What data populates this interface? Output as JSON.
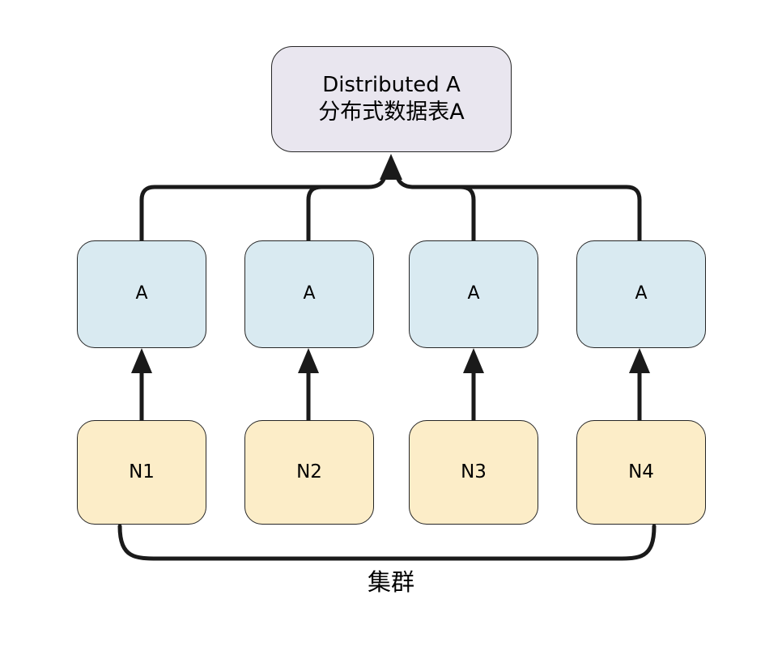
{
  "diagram": {
    "type": "node-link",
    "title_text": "",
    "background": "#ffffff",
    "line_color": "#1a1a1a",
    "text_color": "#000000",
    "nodes": {
      "distributed_table": {
        "id": "distributed-table",
        "label_en": "Distributed A",
        "label_cn": "分布式数据表A",
        "fill": "#e9e6ef",
        "stroke": "#262626"
      },
      "replicas": [
        {
          "id": "replica-1",
          "label": "A",
          "fill": "#d9eaf1",
          "stroke": "#262626"
        },
        {
          "id": "replica-2",
          "label": "A",
          "fill": "#d9eaf1",
          "stroke": "#262626"
        },
        {
          "id": "replica-3",
          "label": "A",
          "fill": "#d9eaf1",
          "stroke": "#262626"
        },
        {
          "id": "replica-4",
          "label": "A",
          "fill": "#d9eaf1",
          "stroke": "#262626"
        }
      ],
      "hosts": [
        {
          "id": "host-1",
          "label": "N1",
          "fill": "#fcedc8",
          "stroke": "#262626"
        },
        {
          "id": "host-2",
          "label": "N2",
          "fill": "#fcedc8",
          "stroke": "#262626"
        },
        {
          "id": "host-3",
          "label": "N3",
          "fill": "#fcedc8",
          "stroke": "#262626"
        },
        {
          "id": "host-4",
          "label": "N4",
          "fill": "#fcedc8",
          "stroke": "#262626"
        }
      ]
    },
    "cluster_bracket": {
      "label": "集群",
      "spans": [
        "N1",
        "N4"
      ]
    },
    "edges": [
      {
        "from": "N1",
        "to": "replica-1",
        "arrow": "up"
      },
      {
        "from": "N2",
        "to": "replica-2",
        "arrow": "up"
      },
      {
        "from": "N3",
        "to": "replica-3",
        "arrow": "up"
      },
      {
        "from": "N4",
        "to": "replica-4",
        "arrow": "up"
      },
      {
        "from": "replica-1",
        "to": "distributed-table",
        "arrow": "up",
        "routing": "bus"
      },
      {
        "from": "replica-2",
        "to": "distributed-table",
        "arrow": "up",
        "routing": "bus"
      },
      {
        "from": "replica-3",
        "to": "distributed-table",
        "arrow": "up",
        "routing": "bus"
      },
      {
        "from": "replica-4",
        "to": "distributed-table",
        "arrow": "up",
        "routing": "bus"
      }
    ]
  }
}
